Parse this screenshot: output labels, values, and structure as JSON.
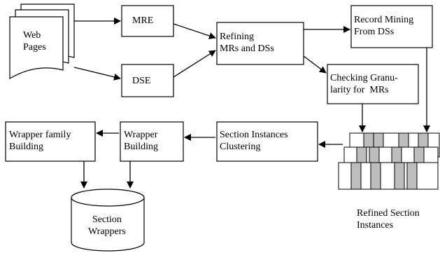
{
  "diagram": {
    "nodes": {
      "web_pages": "Web\nPages",
      "mre": "MRE",
      "dse": "DSE",
      "refining": "Refining\nMRs and DSs",
      "record_mining": "Record Mining\nFrom DSs",
      "checking": "Checking Granu-\nlarity for  MRs",
      "section_clustering": "Section Instances\nClustering",
      "wrapper_building": "Wrapper\nBuilding",
      "wrapper_family": "Wrapper family\nBuilding",
      "section_wrappers": "Section\nWrappers",
      "refined_instances": "Refined Section\nInstances"
    }
  }
}
